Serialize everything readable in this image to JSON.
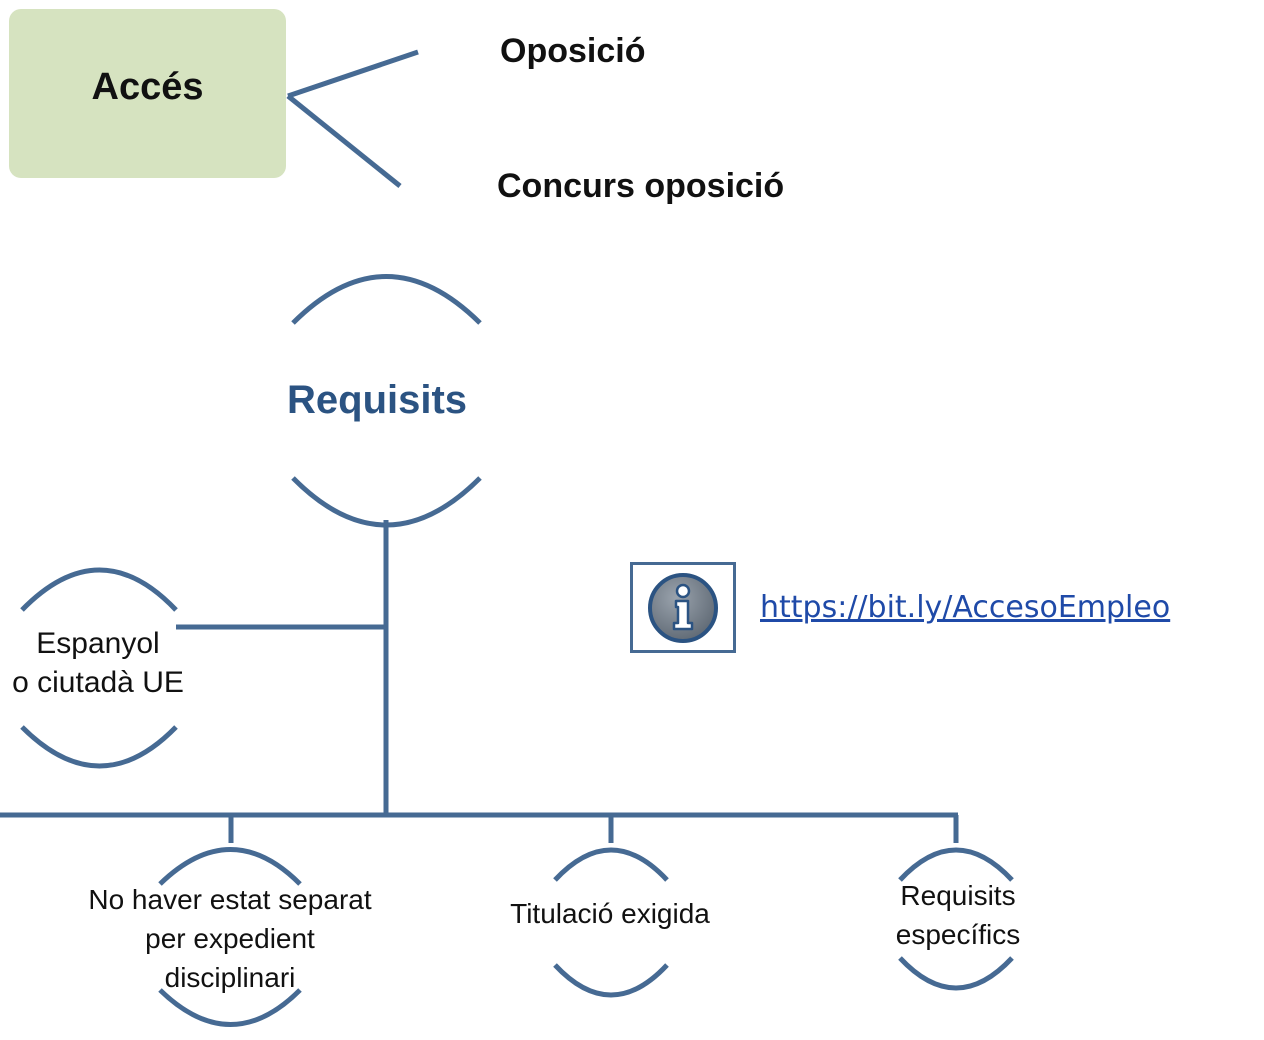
{
  "root": {
    "label": "Accés"
  },
  "access_options": [
    "Oposició",
    "Concurs oposició"
  ],
  "requirements": {
    "title": "Requisits",
    "items": [
      {
        "lines": [
          "Espanyol",
          "o ciutadà UE"
        ]
      },
      {
        "lines": [
          "No haver estat separat",
          "per expedient",
          "disciplinari"
        ]
      },
      {
        "lines": [
          "Titulació exigida"
        ]
      },
      {
        "lines": [
          "Requisits",
          "específics"
        ]
      }
    ]
  },
  "info": {
    "icon": "info-icon",
    "link_text": "https://bit.ly/AccesoEmpleo"
  },
  "colors": {
    "line": "#466a93",
    "box_fill": "#d6e3c0",
    "title": "#2b5382",
    "link": "#1f4aa8"
  }
}
